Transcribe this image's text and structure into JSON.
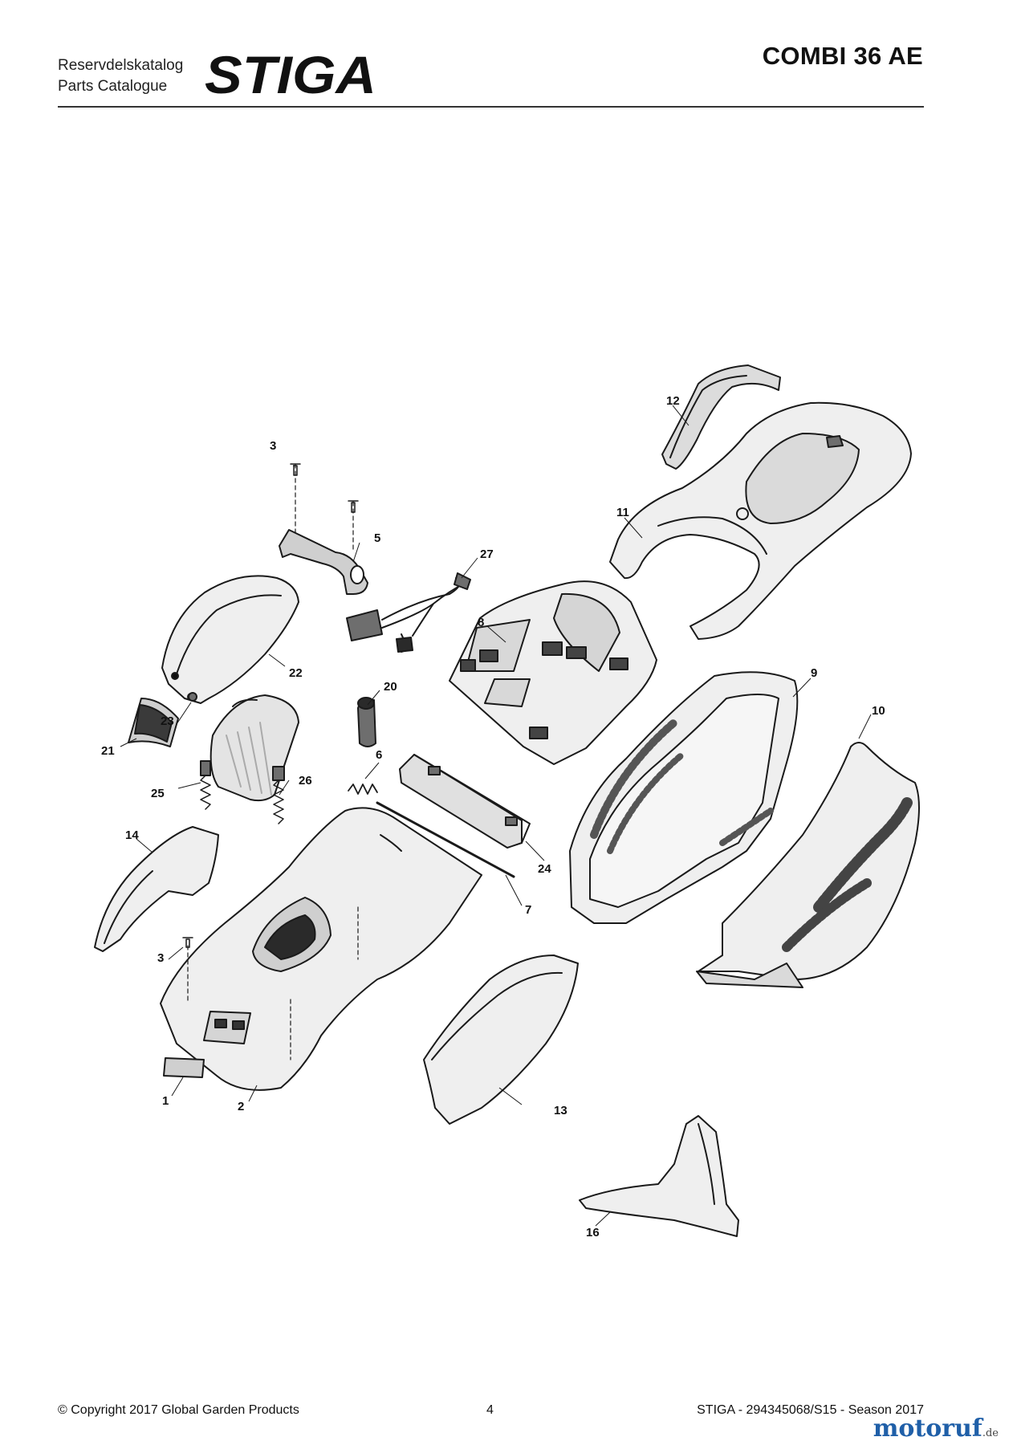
{
  "header": {
    "catalog_label_sv": "Reservdelskatalog",
    "catalog_label_en": "Parts Catalogue",
    "brand": "STIGA",
    "model_title": "COMBI 36 AE"
  },
  "diagram": {
    "callouts": [
      "1",
      "2",
      "3",
      "3",
      "5",
      "6",
      "7",
      "8",
      "9",
      "10",
      "11",
      "12",
      "13",
      "14",
      "16",
      "20",
      "21",
      "22",
      "23",
      "24",
      "25",
      "26",
      "27"
    ]
  },
  "footer": {
    "copyright": "© Copyright 2017 Global Garden Products",
    "page_number": "4",
    "document_ref": "STIGA - 294345068/S15 - Season 2017"
  },
  "watermark": {
    "brand": "motoruf",
    "suffix": ".de"
  },
  "colors": {
    "line": "#1a1a1a",
    "fill_light": "#efefef",
    "fill_mid": "#cfcfcf",
    "fill_dark": "#6e6e6e",
    "watermark": "#1f5fa8"
  }
}
